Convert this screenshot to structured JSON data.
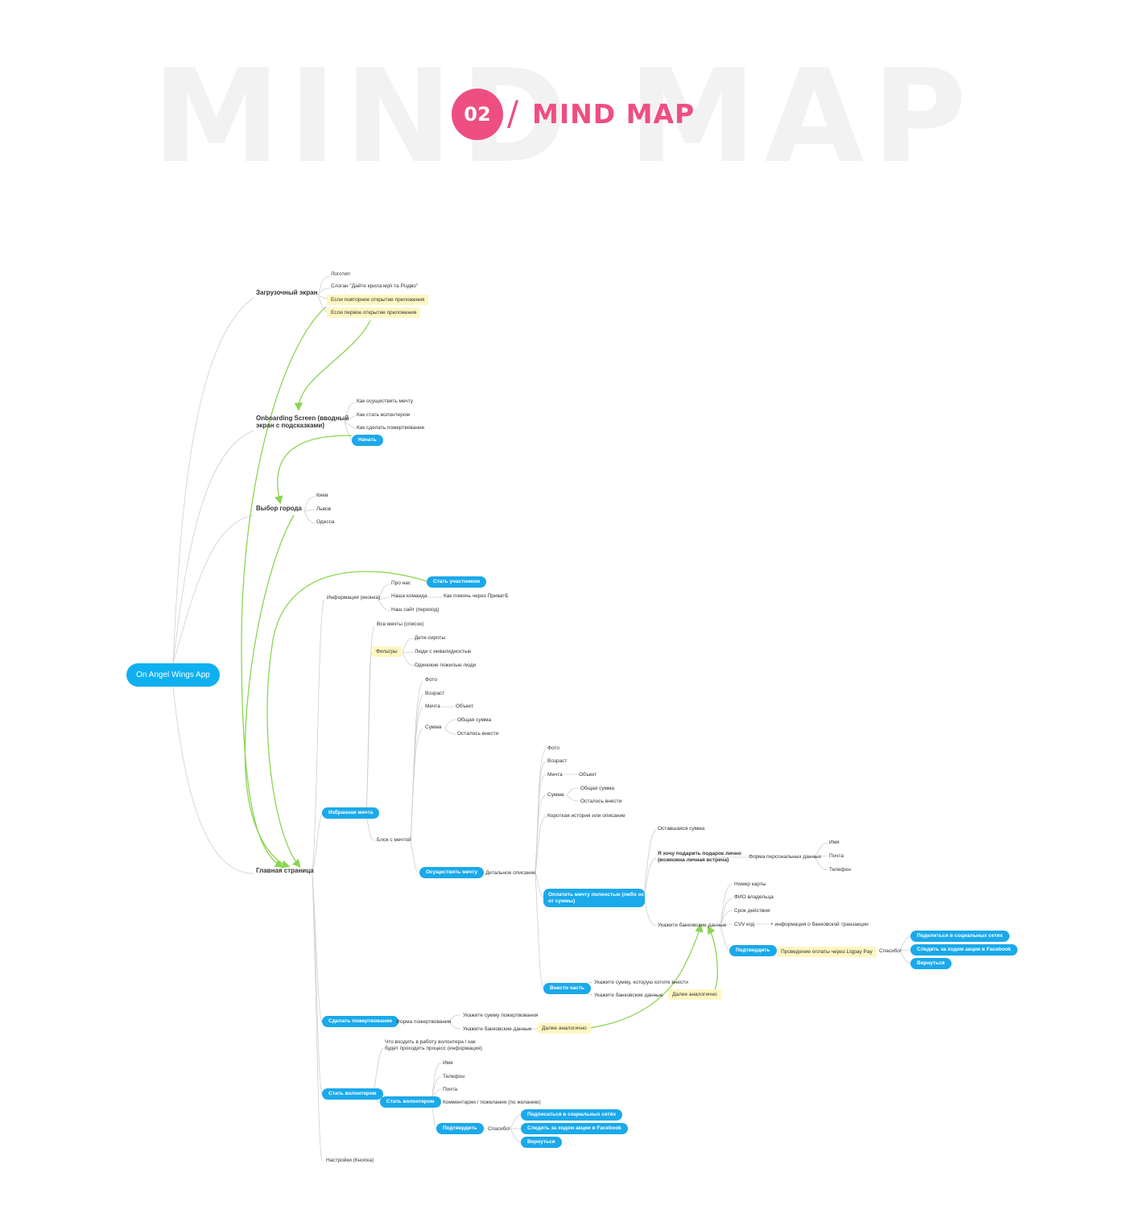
{
  "header": {
    "watermark": "MIND MAP",
    "number": "02",
    "slash": "/",
    "title": "MIND MAP"
  },
  "colors": {
    "accent_pink": "#ee4e81",
    "pill_blue": "#1aa9ea",
    "highlight_yellow": "#fff6c2",
    "arrow_green": "#8ad651",
    "line_gray": "#c9c9c9"
  },
  "root": {
    "label": "On Angel Wings App"
  },
  "sections": {
    "loading": {
      "label": "Загрузочный экран"
    },
    "onboarding": {
      "label_line1": "Onboarding Screen (вводный",
      "label_line2": "экран с подсказками)"
    },
    "city": {
      "label": "Выбор города"
    },
    "main": {
      "label": "Главная страница"
    }
  },
  "loading_items": {
    "logo": "Логотип",
    "slogan": "Слоган \"Дайте крила мрії та Різдво\"",
    "repeat": "Если повторное открытие приложения",
    "first": "Если первое открытие приложения"
  },
  "onboarding_items": {
    "fulfill": "Как осуществить мечту",
    "volunteer": "Как стать волонтером",
    "donate": "Как сделать пожертвование",
    "skip": "Начать"
  },
  "cities": [
    "Киев",
    "Львов",
    "Одесса"
  ],
  "info": {
    "label": "Информация (иконка)",
    "about": "Про нас",
    "team": "Наша команда",
    "team_note": "Как помочь через ПриватБ",
    "site": "Наш сайт (переход)",
    "join": "Стать участником"
  },
  "dreams": {
    "label": "Избранная мечта",
    "all": "Все мечты (список)",
    "filters": "Фильтры",
    "f1": "Дети-сироты",
    "f2": "Люди с инвалидностью",
    "f3": "Одинокие пожилые люди",
    "card_photo": "Фото",
    "card_age": "Возраст",
    "card_dream": "Мечта",
    "card_object": "Объект",
    "card_sum": "Сумма",
    "card_total": "Общая сумма",
    "card_paid": "Осталось внести",
    "block": "Блок с мечтой",
    "fulfill_pill": "Осуществить мечту",
    "detail": "Детальное описание",
    "d_photo": "Фото",
    "d_age": "Возраст",
    "d_dream": "Мечта",
    "d_object": "Объект",
    "d_sum": "Сумма",
    "d_total": "Общая сумма",
    "d_left": "Осталось внести",
    "d_story": "Короткая история или описание",
    "pay_full_1": "Оплатить мечту полностью (либо остаток",
    "pay_full_2": "от суммы)",
    "remaining": "Оставшаяся сумма",
    "gift_1": "Я хочу подарить подарок лично",
    "gift_2": "(возможна личная встреча)",
    "personal_form": "Форма персональных данных",
    "pf_name": "Имя",
    "pf_mail": "Почта",
    "pf_phone": "Телефон",
    "bank": "Укажите банковские данные",
    "b_number": "Номер карты",
    "b_owner": "ФИО владельца",
    "b_exp": "Срок действия",
    "b_cvv": "CVV код",
    "b_cvv_note": "+ информация о банковской транзакции",
    "confirm": "Подтвердить",
    "liqpay": "Проведение оплаты через Liqpay Pay",
    "thanks": "Спасибо!",
    "share1": "Поделиться в социальных сетях",
    "share2": "Следить за ходом акции в Facebook",
    "back": "Вернуться",
    "part": "Внести часть",
    "part_sum": "Укажите сумму, которую хотите внести",
    "part_bank": "Укажите банковские данные",
    "further": "Далее аналогично"
  },
  "donation": {
    "label": "Сделать пожертвование",
    "form": "Форма пожертвования",
    "sum": "Укажите сумму пожертвования",
    "bank": "Укажите банковские данные",
    "further": "Далее аналогично"
  },
  "volunteer": {
    "label": "Стать волонтером",
    "info_1": "Что входить в работу волонтера / как",
    "info_2": "будет проходить процесс (информация)",
    "become": "Стать волонтером",
    "name": "Имя",
    "phone": "Телефон",
    "mail": "Почта",
    "comment": "Комментарии / пожелания (по желанию)",
    "confirm": "Подтвердить",
    "thanks": "Спасибо!",
    "share1": "Подписаться в социальных сетях",
    "share2": "Следить за ходом акции в Facebook",
    "back": "Вернуться"
  },
  "settings": {
    "label": "Настройки (Кнопка)"
  }
}
